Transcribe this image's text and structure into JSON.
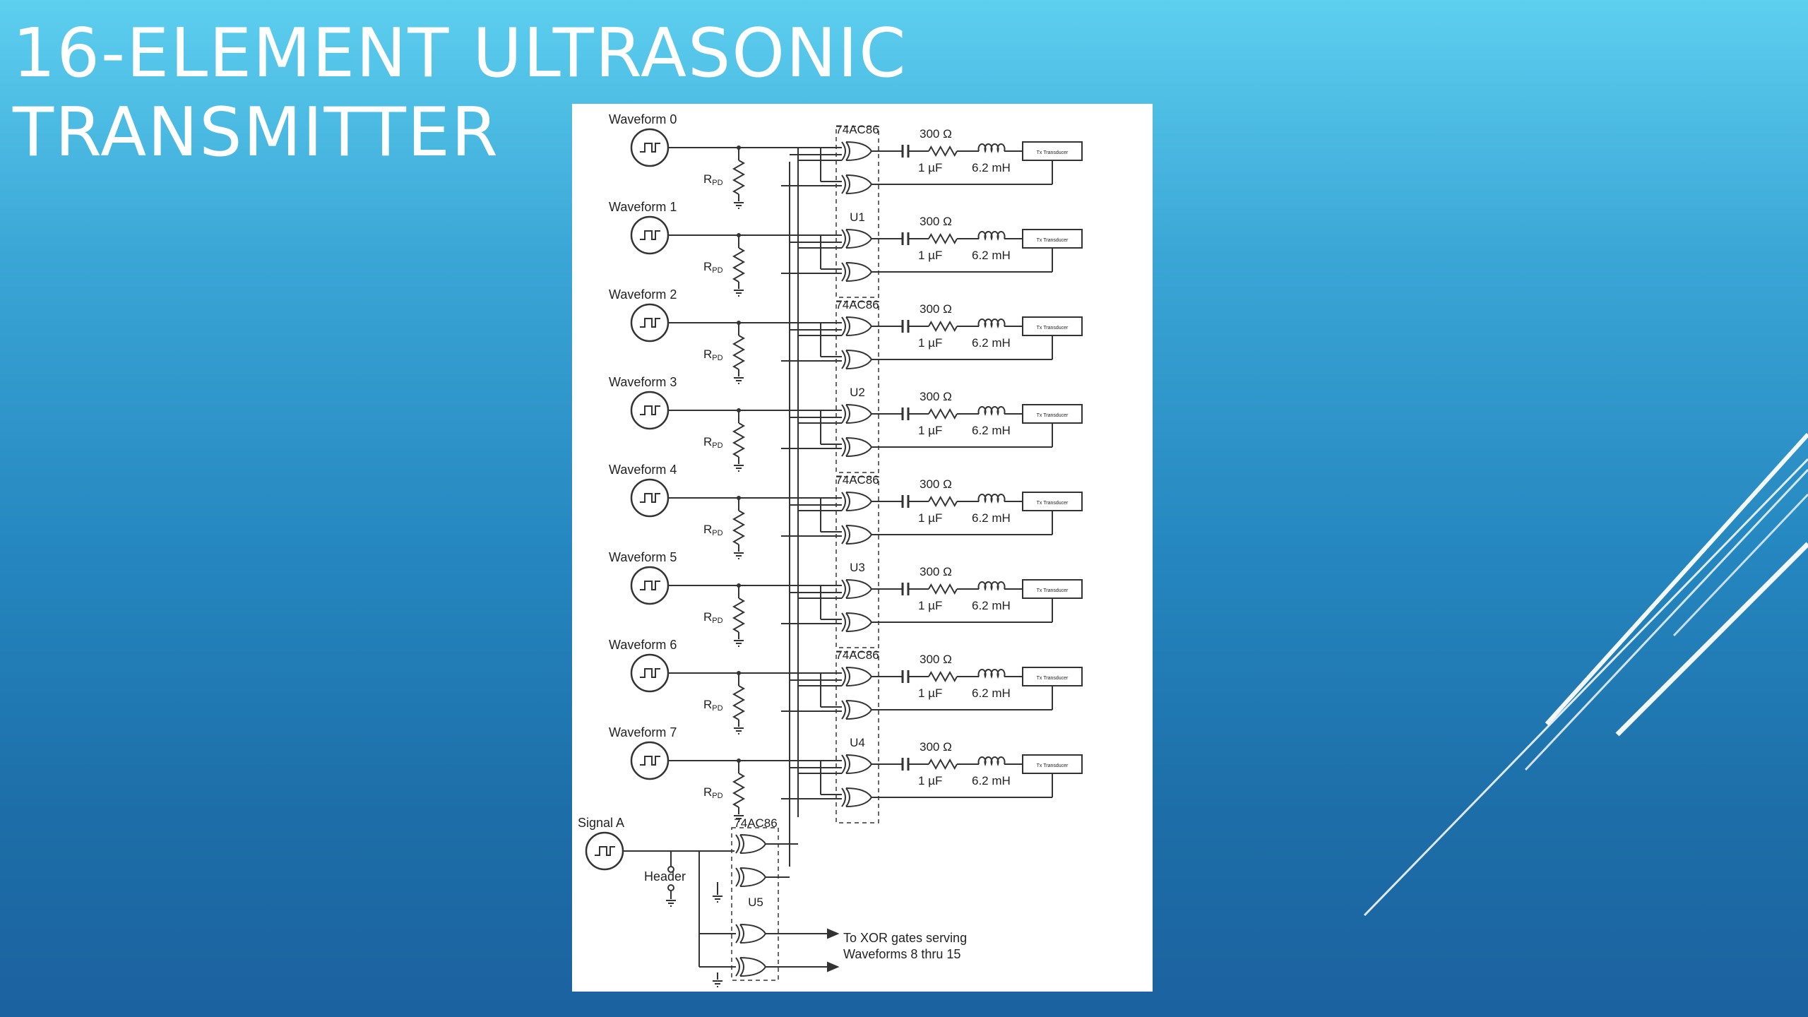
{
  "slide": {
    "title_line1": "16-ELEMENT ULTRASONIC",
    "title_line2": "TRANSMITTER"
  },
  "colors": {
    "background_top": "#5dcfef",
    "background_bottom": "#1b62a0",
    "title": "#ffffff",
    "figure_background": "#ffffff",
    "wire": "#333333",
    "deco_lines": "#ffffff"
  },
  "diagram": {
    "channels": [
      {
        "waveform": "Waveform 0",
        "resistor": "RPD",
        "chip": "74AC86",
        "series_r": "300 Ω",
        "cap": "1 µF",
        "inductor": "6.2 mH",
        "load": "Tx Transducer"
      },
      {
        "waveform": "Waveform 1",
        "resistor": "RPD",
        "chip": "U1",
        "series_r": "300 Ω",
        "cap": "1 µF",
        "inductor": "6.2 mH",
        "load": "Tx Transducer"
      },
      {
        "waveform": "Waveform 2",
        "resistor": "RPD",
        "chip": "74AC86",
        "series_r": "300 Ω",
        "cap": "1 µF",
        "inductor": "6.2 mH",
        "load": "Tx Transducer"
      },
      {
        "waveform": "Waveform 3",
        "resistor": "RPD",
        "chip": "U2",
        "series_r": "300 Ω",
        "cap": "1 µF",
        "inductor": "6.2 mH",
        "load": "Tx Transducer"
      },
      {
        "waveform": "Waveform 4",
        "resistor": "RPD",
        "chip": "74AC86",
        "series_r": "300 Ω",
        "cap": "1 µF",
        "inductor": "6.2 mH",
        "load": "Tx Transducer"
      },
      {
        "waveform": "Waveform 5",
        "resistor": "RPD",
        "chip": "U3",
        "series_r": "300 Ω",
        "cap": "1 µF",
        "inductor": "6.2 mH",
        "load": "Tx Transducer"
      },
      {
        "waveform": "Waveform 6",
        "resistor": "RPD",
        "chip": "74AC86",
        "series_r": "300 Ω",
        "cap": "1 µF",
        "inductor": "6.2 mH",
        "load": "Tx Transducer"
      },
      {
        "waveform": "Waveform 7",
        "resistor": "RPD",
        "chip": "U4",
        "series_r": "300 Ω",
        "cap": "1 µF",
        "inductor": "6.2 mH",
        "load": "Tx Transducer"
      }
    ],
    "signal_label": "Signal A",
    "header_label": "Header",
    "bottom_chip": "74AC86",
    "bottom_chip_ref": "U5",
    "note_line1": "To XOR gates serving",
    "note_line2": "Waveforms 8 thru 15"
  }
}
